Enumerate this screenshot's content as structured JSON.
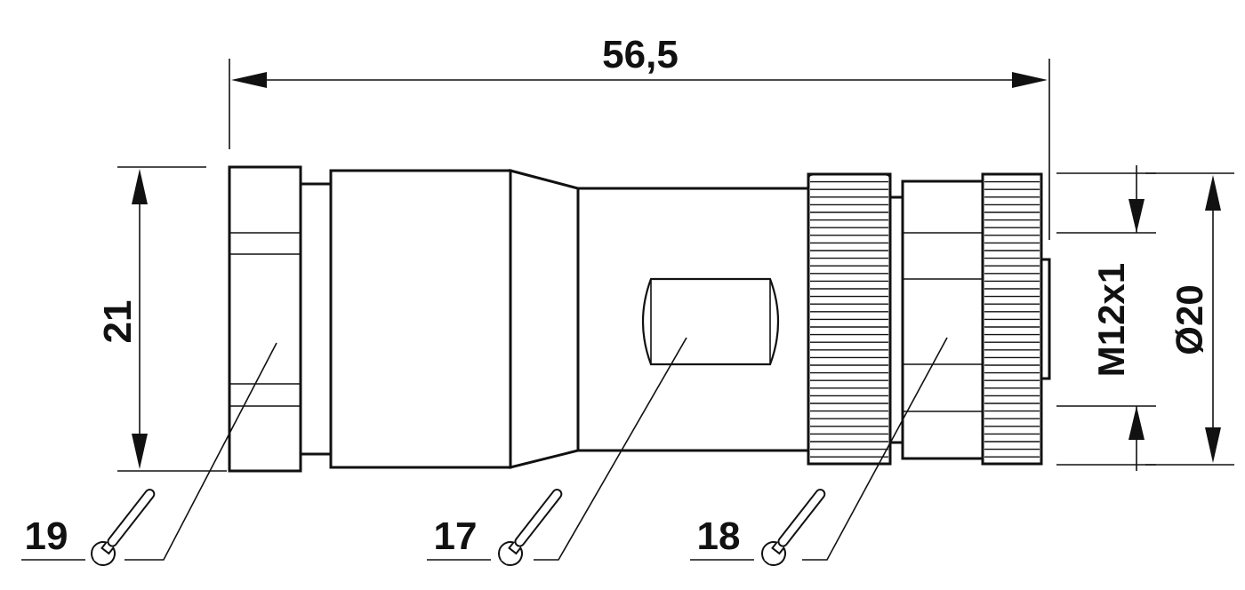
{
  "dimensions": {
    "overall_length": "56,5",
    "height": "21",
    "thread": "M12x1",
    "diameter": "Ø20"
  },
  "callouts": [
    {
      "label": "19",
      "tool": "wrench-icon"
    },
    {
      "label": "17",
      "tool": "wrench-icon"
    },
    {
      "label": "18",
      "tool": "wrench-icon"
    }
  ],
  "colors": {
    "line": "#111111",
    "background": "#ffffff"
  }
}
